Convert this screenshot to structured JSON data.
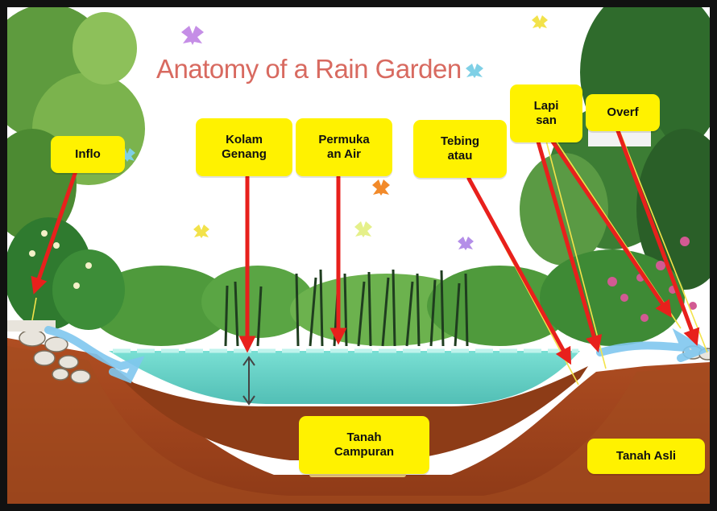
{
  "title": "Anatomy of a Rain Garden",
  "labels": {
    "inflo": "Inflo",
    "kolam_genang": "Kolam\nGenang",
    "permukaan_air": "Permuka\nan Air",
    "tebing_atau": "Tebing\natau",
    "lapisan": "Lapi\nsan",
    "overf": "Overf",
    "tanah_campuran": "Tanah\nCampuran",
    "tanah_asli": "Tanah Asli"
  },
  "colors": {
    "label_bg": "#fff200",
    "arrow": "#e8201c",
    "title": "#d86a60",
    "soil": "#a2461e",
    "water": "#5fd3c9",
    "foliage": "#3f9a3a"
  }
}
